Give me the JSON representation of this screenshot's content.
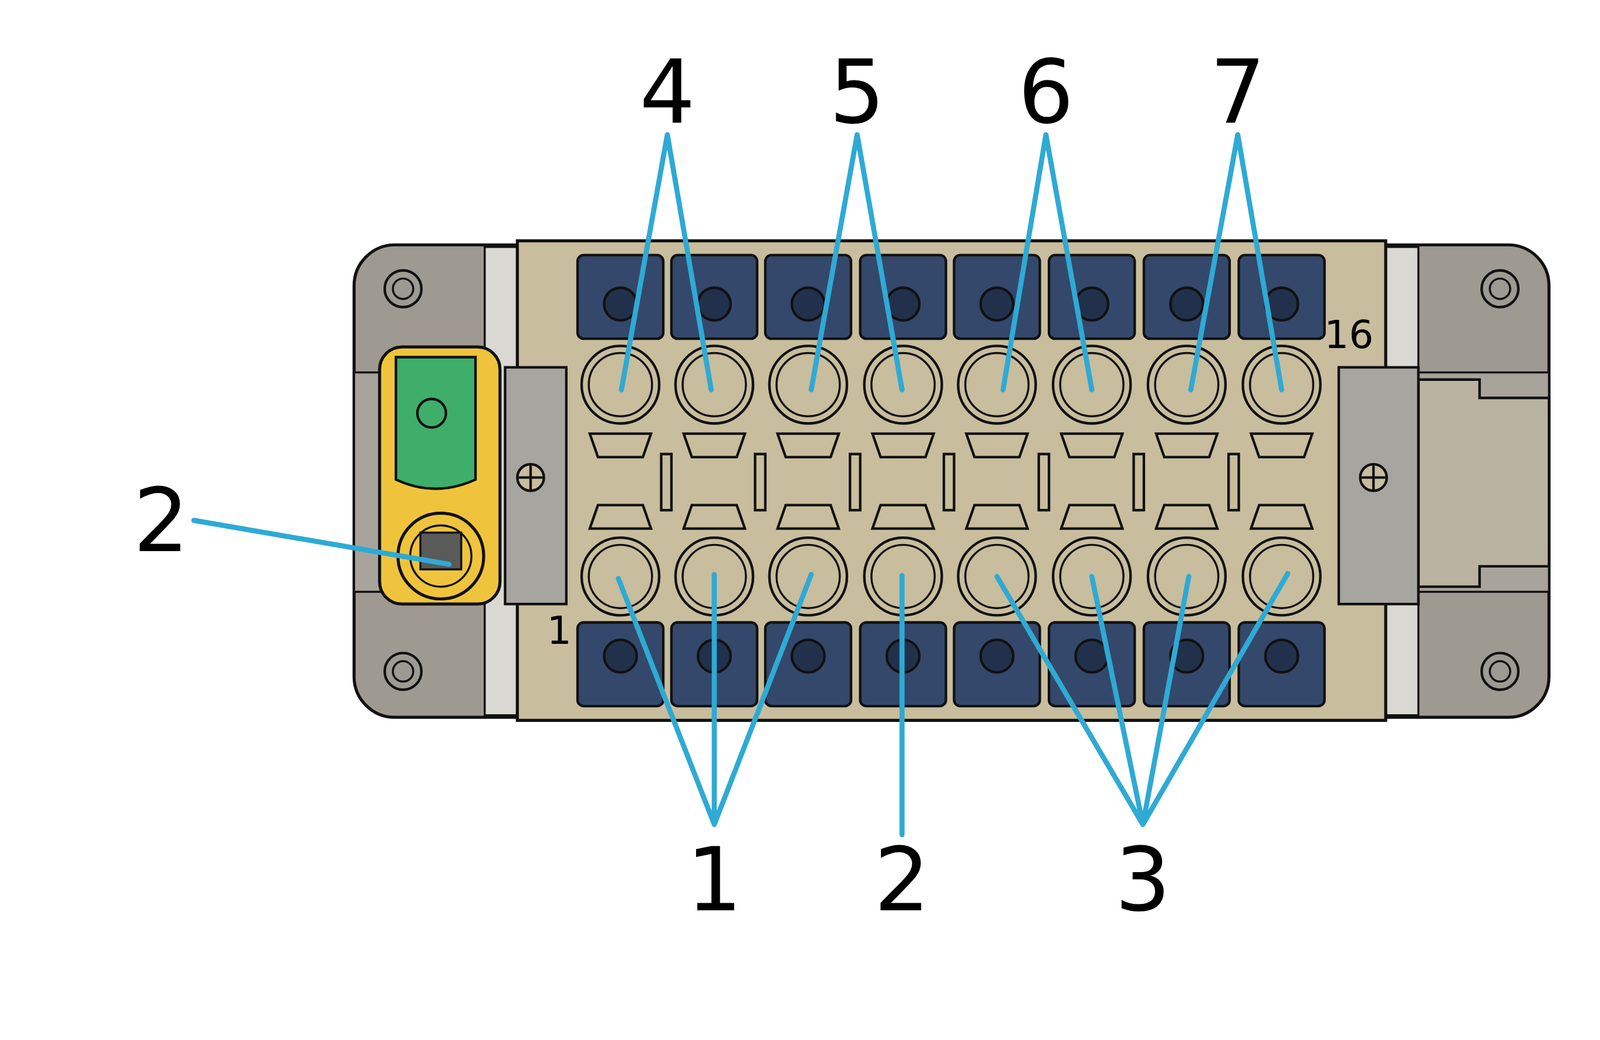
{
  "diagram": {
    "labels": [
      "4",
      "5",
      "6",
      "7",
      "16",
      "2",
      "1",
      "1",
      "2",
      "3"
    ]
  }
}
